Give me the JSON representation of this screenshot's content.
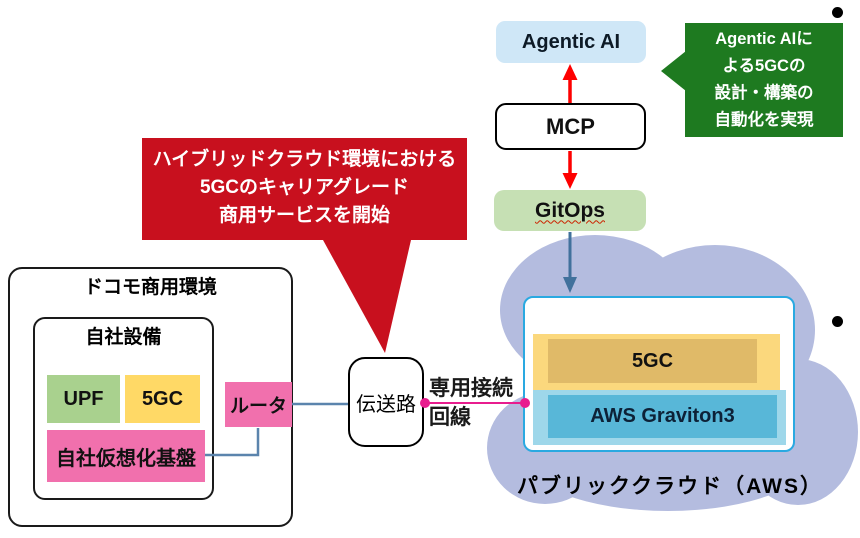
{
  "colors": {
    "agentic_bg": "#cfe7f7",
    "gitops_bg": "#c6e0b4",
    "green_callout_bg": "#1e7a20",
    "red_callout_bg": "#c8101e",
    "upf_bg": "#a9d18e",
    "left_5gc_bg": "#ffd966",
    "pink_bg": "#f170ad",
    "cloud_bg": "#b4bcdf",
    "cyan_border": "#2aa9e1",
    "gold_back": "#fbd87d",
    "gold_front": "#e0ba68",
    "blue_back": "#9ed7ea",
    "blue_front": "#58b7d8",
    "red_arrow": "#fe0000",
    "blue_arrow": "#41719c",
    "connector_blue": "#5b84ad",
    "magenta_line": "#e81c8e"
  },
  "top_flow": {
    "agentic_ai": "Agentic AI",
    "mcp": "MCP",
    "gitops": "GitOps"
  },
  "green_callout": {
    "lines": [
      "Agentic AIに",
      "よる5GCの",
      "設計・構築の",
      "自動化を実現"
    ]
  },
  "red_callout": {
    "lines": [
      "ハイブリッドクラウド環境における",
      "5GCのキャリアグレード",
      "商用サービスを開始"
    ]
  },
  "docomo_env": {
    "title": "ドコモ商用環境",
    "own_equipment_title": "自社設備",
    "upf": "UPF",
    "five_gc": "5GC",
    "virtualization_base": "自社仮想化基盤",
    "router": "ルータ"
  },
  "link": {
    "transmission_path": "伝送路",
    "dedicated_line_1": "専用接続",
    "dedicated_line_2": "回線"
  },
  "public_cloud": {
    "five_gc": "5GC",
    "graviton": "AWS Graviton3",
    "label": "パブリッククラウド（AWS）"
  }
}
